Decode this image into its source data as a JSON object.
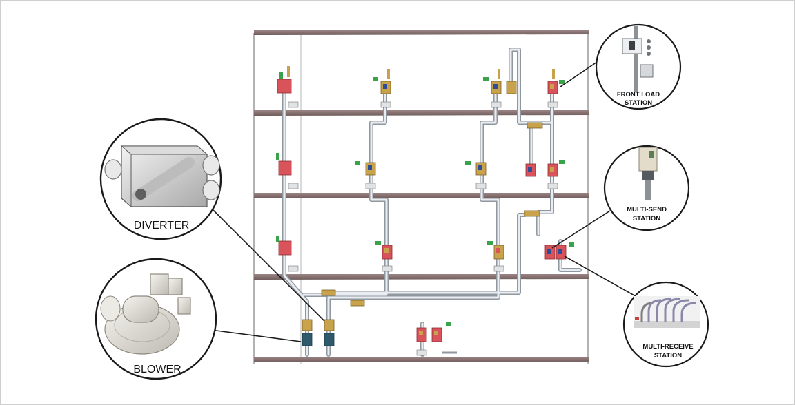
{
  "callouts": {
    "front_load": {
      "line1": "FRONT LOAD",
      "line2": "STATION"
    },
    "multi_send": {
      "line1": "MULTI-SEND",
      "line2": "STATION"
    },
    "multi_receive": {
      "line1": "MULTI-RECEIVE",
      "line2": "STATION"
    },
    "diverter": {
      "label": "DIVERTER"
    },
    "blower": {
      "label": "BLOWER"
    }
  },
  "colors": {
    "floor": "#8a7574",
    "floor_edge": "#5e4f4e",
    "tube": "#c8cdd3",
    "tube_edge": "#8f979f",
    "station_red": "#d9545a",
    "station_tan": "#c9a24c",
    "station_blue": "#2c4d9a",
    "green_accent": "#3aa24a"
  },
  "icons": [
    "building-frame",
    "pneumatic-tube",
    "send-station",
    "receive-station",
    "diverter",
    "blower"
  ]
}
